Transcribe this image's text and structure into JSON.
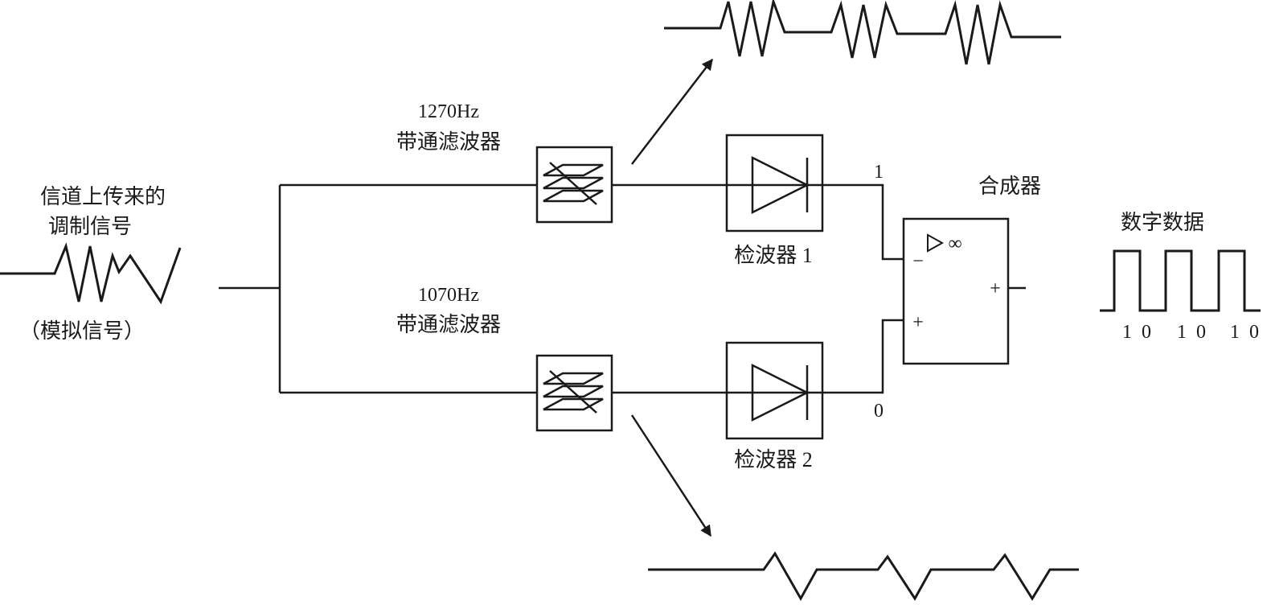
{
  "input": {
    "label_line1": "信道上传来的",
    "label_line2": "调制信号",
    "label_sub": "（模拟信号）"
  },
  "filter_top": {
    "freq": "1270Hz",
    "name": "带通滤波器"
  },
  "filter_bottom": {
    "freq": "1070Hz",
    "name": "带通滤波器"
  },
  "detector_top": {
    "label": "检波器 1"
  },
  "detector_bottom": {
    "label": "检波器 2"
  },
  "combiner": {
    "label": "合成器",
    "infinity": "∞",
    "minus": "−",
    "plus_in": "+",
    "plus_out": "+"
  },
  "signals": {
    "top": "1",
    "bottom": "0"
  },
  "output": {
    "label": "数字数据",
    "bits": [
      "1",
      "0",
      "1",
      "0",
      "1",
      "0"
    ]
  },
  "colors": {
    "stroke": "#1a1a1a",
    "background": "#ffffff"
  }
}
